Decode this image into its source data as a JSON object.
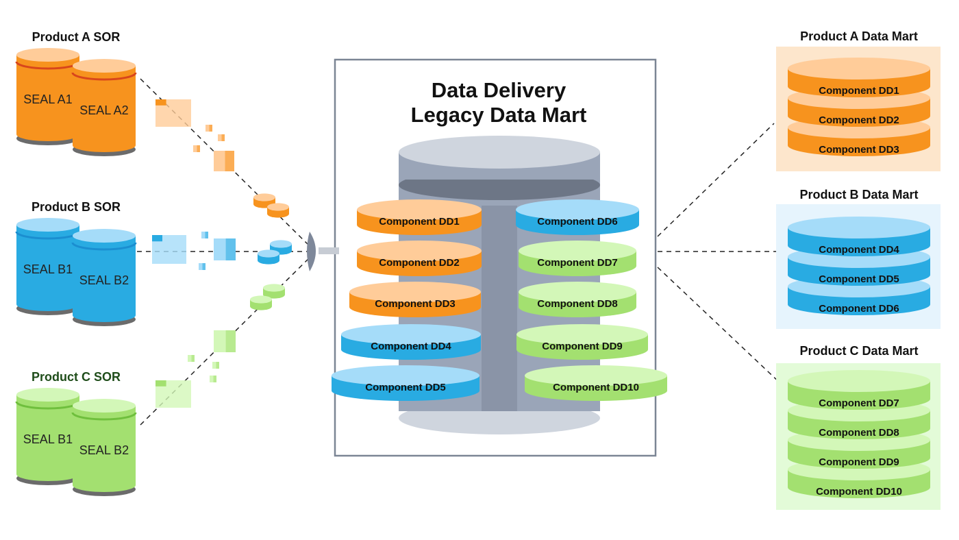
{
  "sources": [
    {
      "title": "Product A SOR",
      "theme": "orange",
      "cylinders": [
        "SEAL A1",
        "SEAL A2"
      ]
    },
    {
      "title": "Product B SOR",
      "theme": "blue",
      "cylinders": [
        "SEAL B1",
        "SEAL B2"
      ]
    },
    {
      "title": "Product C SOR",
      "theme": "green",
      "cylinders": [
        "SEAL B1",
        "SEAL B2"
      ]
    }
  ],
  "legacy": {
    "title_line1": "Data Delivery",
    "title_line2": "Legacy Data Mart",
    "left_components": [
      {
        "label": "Component DD1",
        "theme": "orange"
      },
      {
        "label": "Component DD2",
        "theme": "orange"
      },
      {
        "label": "Component DD3",
        "theme": "orange"
      },
      {
        "label": "Component DD4",
        "theme": "blue"
      },
      {
        "label": "Component DD5",
        "theme": "blue"
      }
    ],
    "right_components": [
      {
        "label": "Component DD6",
        "theme": "blue"
      },
      {
        "label": "Component DD7",
        "theme": "green"
      },
      {
        "label": "Component DD8",
        "theme": "green"
      },
      {
        "label": "Component DD9",
        "theme": "green"
      },
      {
        "label": "Component DD10",
        "theme": "green"
      }
    ]
  },
  "marts": [
    {
      "title": "Product A Data Mart",
      "theme": "orange",
      "components": [
        "Component DD1",
        "Component DD2",
        "Component DD3"
      ]
    },
    {
      "title": "Product B Data Mart",
      "theme": "blue",
      "components": [
        "Component DD4",
        "Component DD5",
        "Component DD6"
      ]
    },
    {
      "title": "Product C Data Mart",
      "theme": "green",
      "components": [
        "Component DD7",
        "Component DD8",
        "Component DD9",
        "Component DD10"
      ]
    }
  ],
  "colors": {
    "orange": {
      "side": "#f7931e",
      "top": "#ffcc99",
      "ring": "#d8461c",
      "panel": "#fde6cc",
      "dark": "#e07a10"
    },
    "blue": {
      "side": "#29abe2",
      "top": "#a5dcf9",
      "ring": "#1b8ed0",
      "panel": "#e6f4fd",
      "dark": "#1a8cc8"
    },
    "green": {
      "side": "#a3e070",
      "top": "#d3f7b8",
      "ring": "#6fbf3d",
      "panel": "#e3fbd8",
      "dark": "#7dc94b"
    },
    "gray": {
      "side": "#9aa5b8",
      "top": "#cfd5de",
      "dark": "#6d7686"
    }
  }
}
